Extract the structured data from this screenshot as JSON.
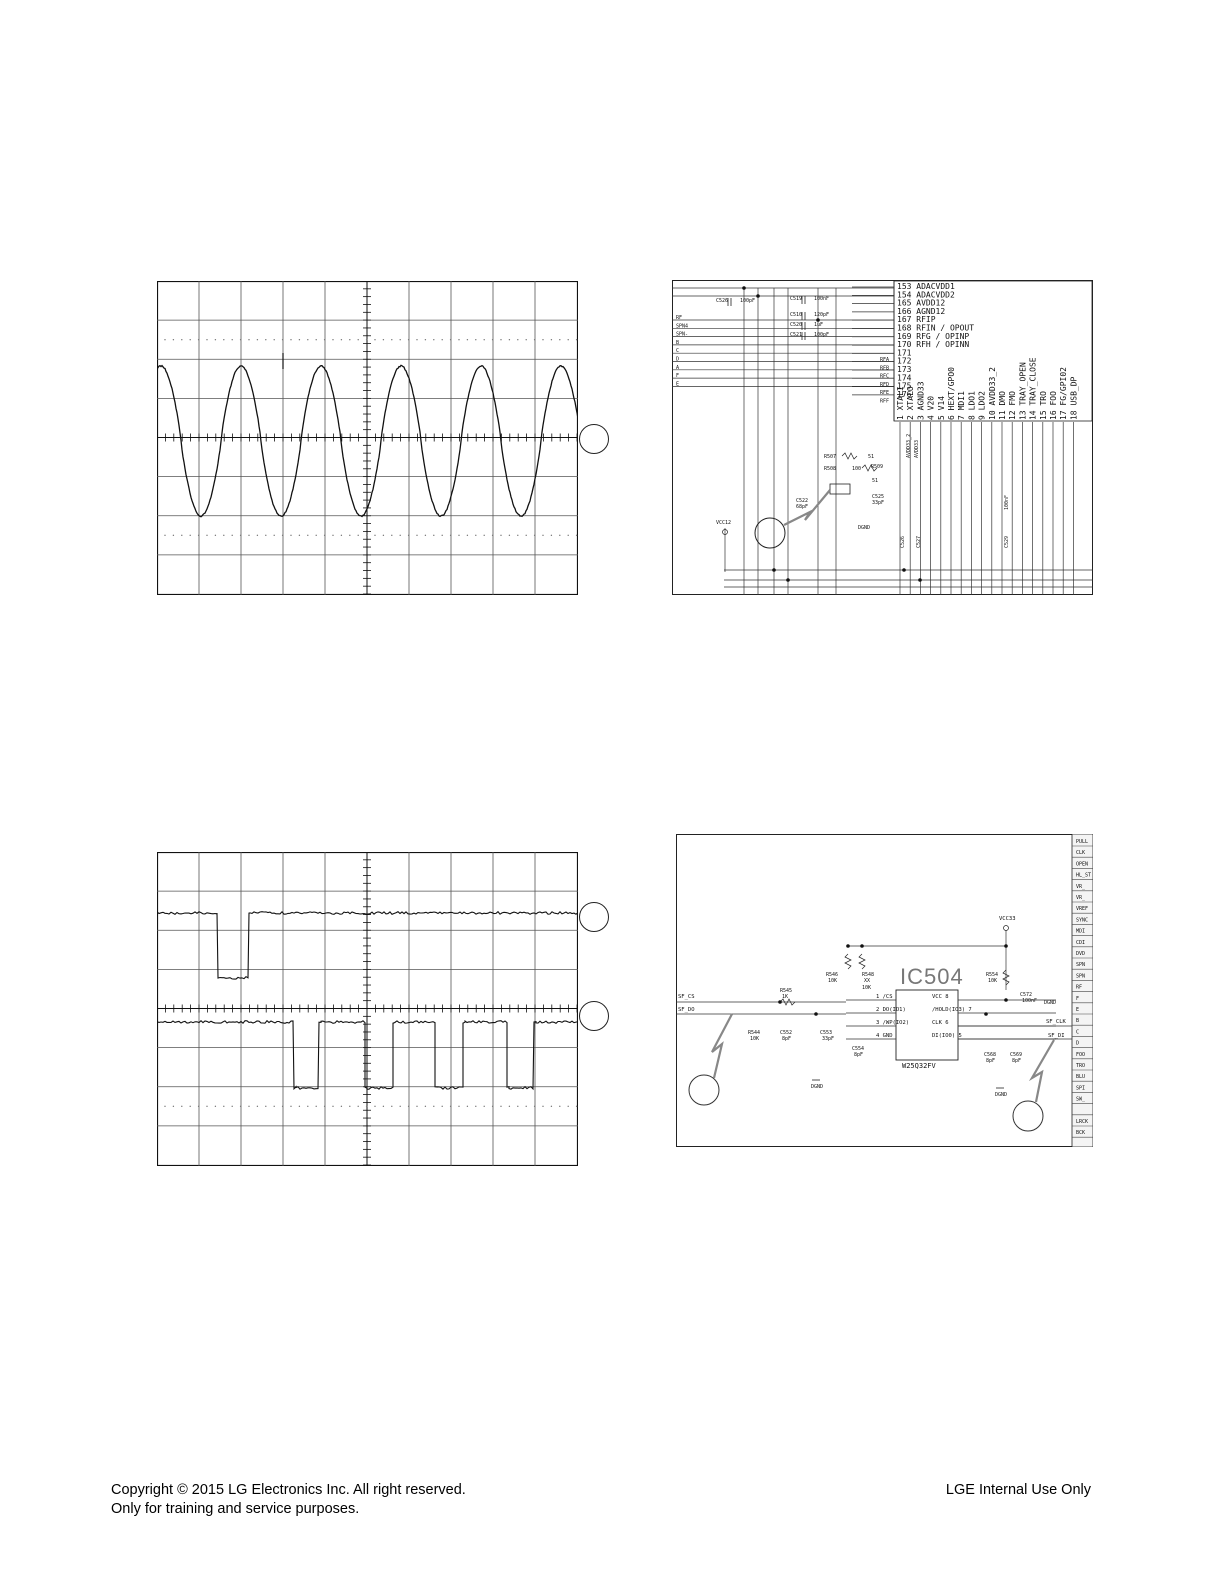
{
  "scope_top": {},
  "scope_bottom": {},
  "schematic_rf": {
    "components": [
      "C526",
      "100pF",
      "C519",
      "100nF",
      "C510",
      "120pF",
      "C520",
      "1uF",
      "C521",
      "100pF",
      "R507",
      "51",
      "R508",
      "100",
      "R509",
      "51",
      "C522",
      "68pF",
      "C525",
      "33pF",
      "VCC12",
      "DGND",
      "C526",
      "C527",
      "C529",
      "100nF"
    ],
    "left_nets": [
      "RF",
      "SPN4",
      "SPN-",
      "B",
      "C",
      "D",
      "A",
      "F",
      "E"
    ],
    "right_nets": [
      "RFA",
      "RFB",
      "RFC",
      "RFD",
      "RFE",
      "RFF"
    ],
    "pins": [
      "153 ADACVDD1",
      "154 ADACVDD2",
      "165 AVDD12",
      "166 AGND12",
      "167 RFIP",
      "168 RFIN / OPOUT",
      "169 RFG / OPINP",
      "170 RFH / OPINN",
      "171",
      "172",
      "173",
      "174",
      "175",
      "176"
    ],
    "bottom_pins": [
      "1 XTALI",
      "2 XTALO",
      "3 AGND33",
      "4 V20",
      "5 V14",
      "6 HEXT/GPO0",
      "7 MDI1",
      "8 LDO1",
      "9 LDO2",
      "10 AVDD33_2",
      "11 DMO",
      "12 FMO",
      "13 TRAY_OPEN",
      "14 TRAY_CLOSE",
      "15 TRO",
      "16 FOO",
      "17 FG/GPI02",
      "18 USB_DP"
    ],
    "vert_labels": [
      "AVDD33_2",
      "AVDD33"
    ]
  },
  "schematic_flash": {
    "ic_name": "IC504",
    "chip_part": "W25Q32FV",
    "vcc": "VCC33",
    "signals_left": [
      "SF_CS",
      "SF_DO"
    ],
    "signals_right": [
      "SF_CLK",
      "SF_DI"
    ],
    "pins_left": [
      "1  /CS",
      "2  DO(IO1)",
      "3  /WP(IO2)",
      "4  GND"
    ],
    "pins_right": [
      "VCC  8",
      "/HOLD(IO3)  7",
      "CLK  6",
      "DI(IO0)  5"
    ],
    "parts": [
      {
        "ref": "R545",
        "val": "1K"
      },
      {
        "ref": "R546",
        "val": "10K"
      },
      {
        "ref": "R548",
        "val": "XX"
      },
      {
        "ref": "R544",
        "val": "10K"
      },
      {
        "ref": "C552",
        "val": "8pF"
      },
      {
        "ref": "C553",
        "val": "33pF"
      },
      {
        "ref": "C554",
        "val": "8pF"
      },
      {
        "ref": "R554",
        "val": "10K"
      },
      {
        "ref": "C572",
        "val": "100nF"
      },
      {
        "ref": "C568",
        "val": "8pF"
      },
      {
        "ref": "C569",
        "val": "8pF"
      }
    ],
    "extra_value": "10K",
    "ground": "DGND",
    "edge_labels": [
      "PULL",
      "CLK",
      "OPEN",
      "HL_ST",
      "VR_",
      "VR_",
      "VREF",
      "SYNC",
      "MDI",
      "CDI",
      "DVD",
      "SPN",
      "SPN",
      "RF",
      "F",
      "E",
      "B",
      "C",
      "D",
      "FOO",
      "TRO",
      "BLU",
      "SPI",
      "SW_",
      "",
      "LRCK",
      "BCK"
    ]
  },
  "footer": {
    "copyright": "Copyright © 2015 LG Electronics Inc. All right reserved.",
    "purpose": "Only for training and service purposes.",
    "internal": "LGE Internal Use Only"
  }
}
